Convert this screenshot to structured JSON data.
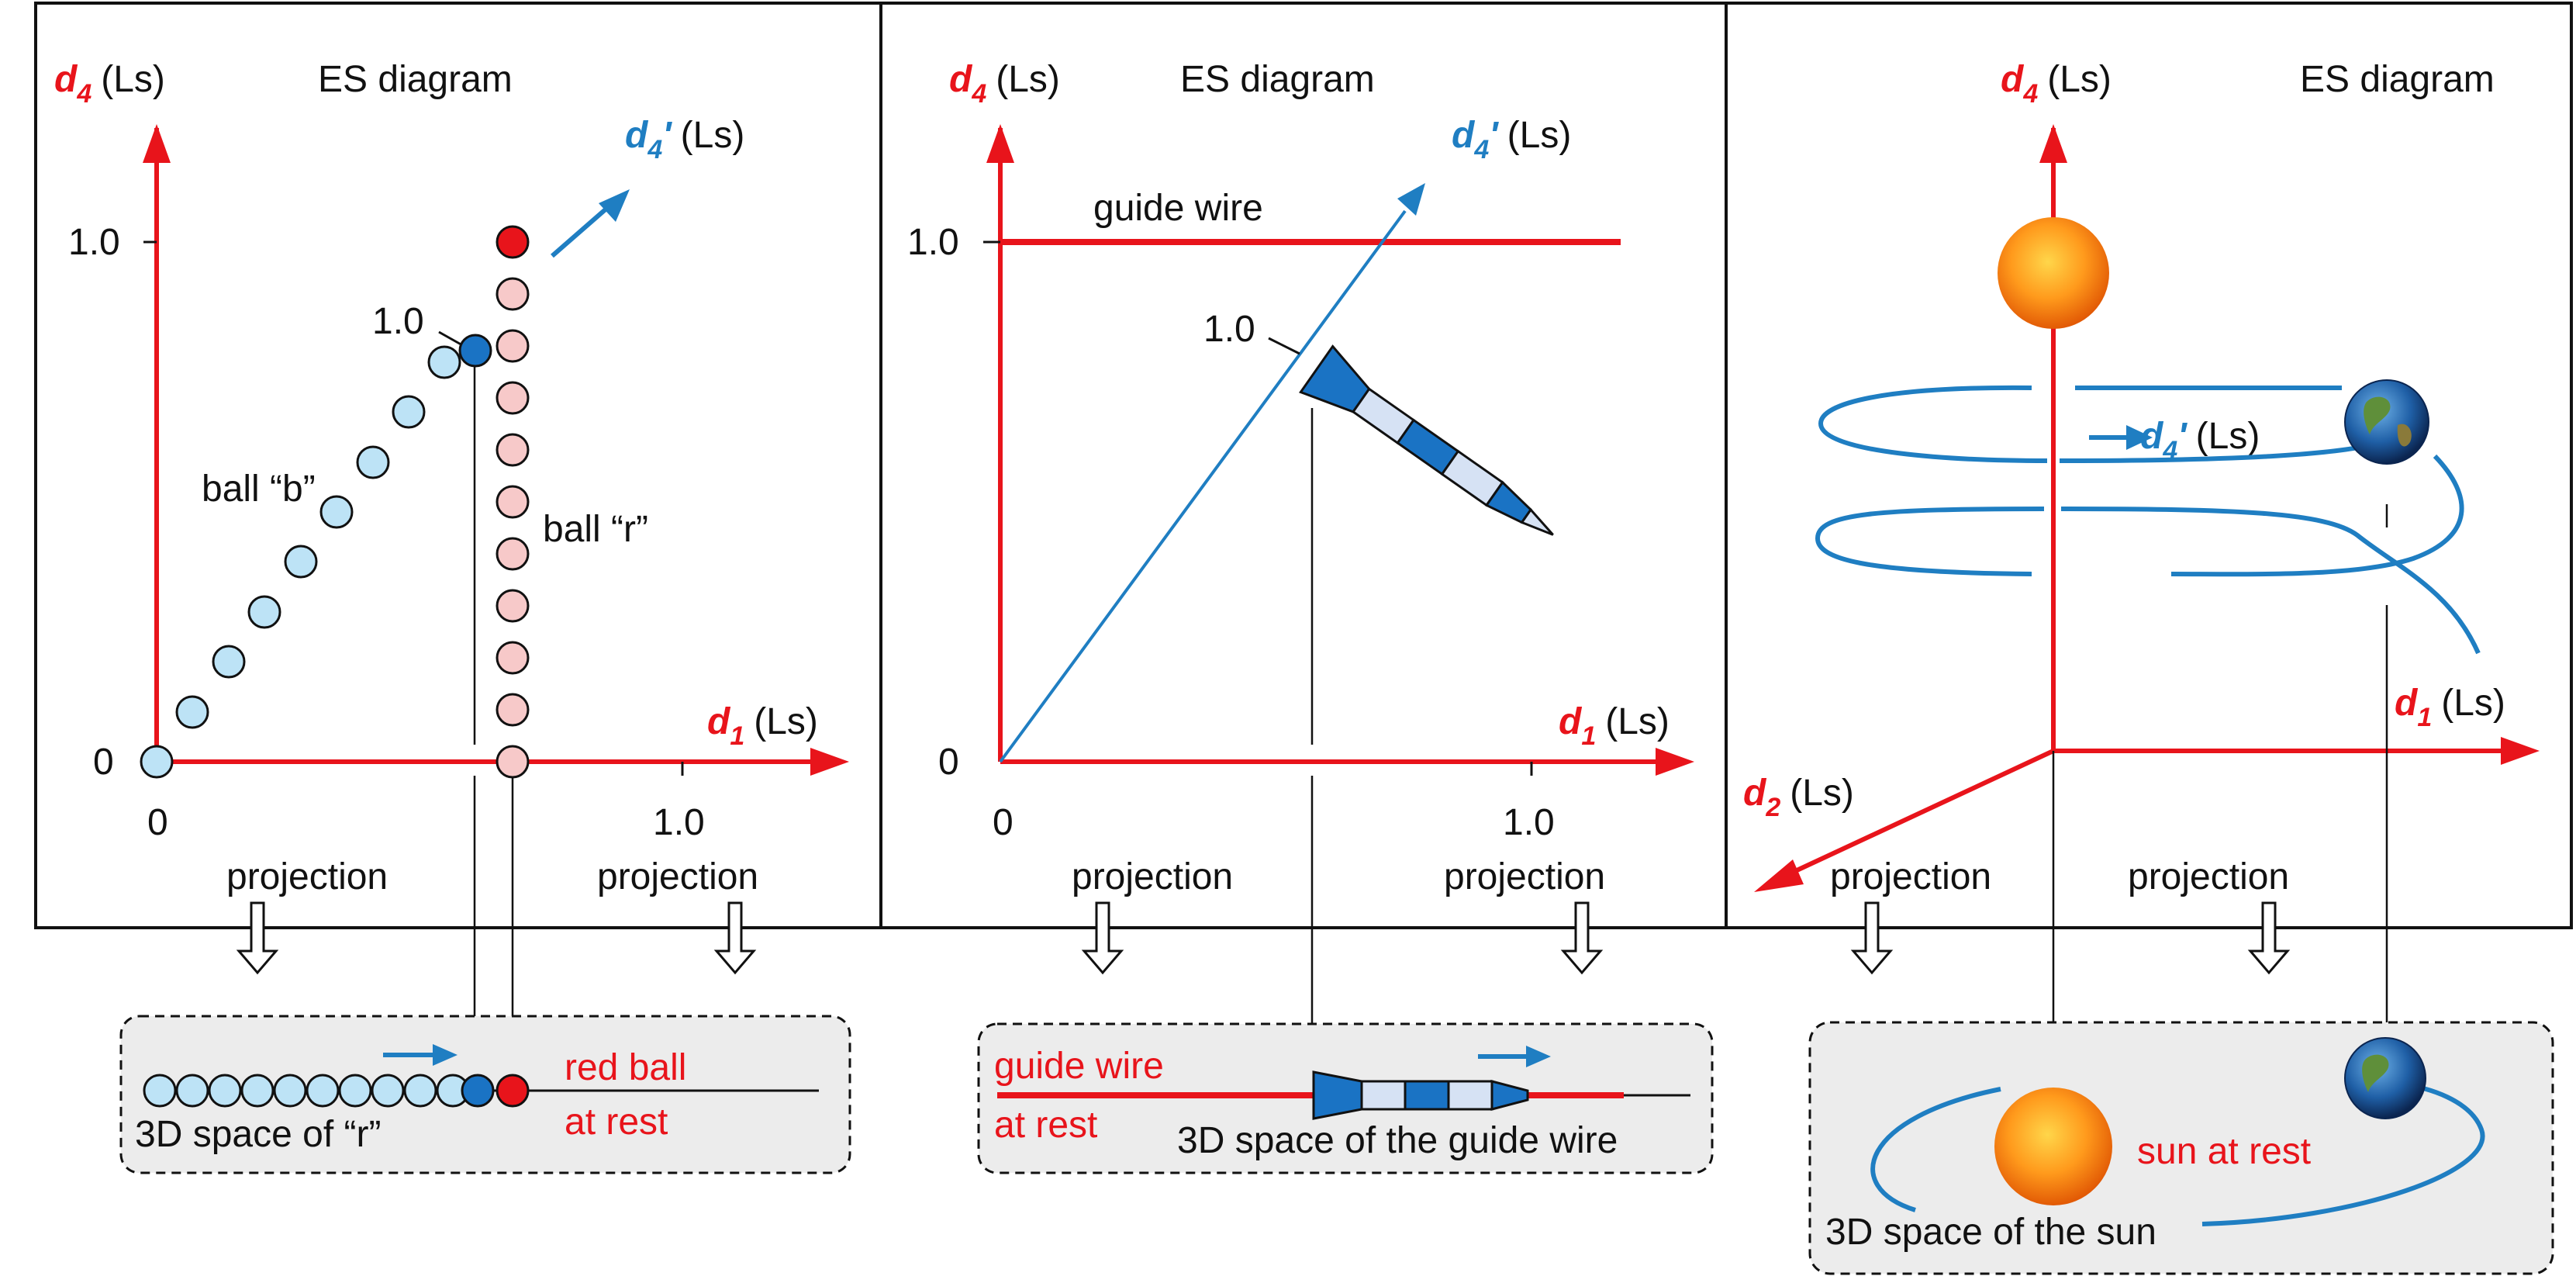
{
  "colors": {
    "axis_red": "#e8141b",
    "world_line_blue": "#1f7ec2",
    "ball_blue_light": "#bde3f6",
    "ball_blue_dark": "#1a73c4",
    "ball_red_light": "#f7c9c9",
    "ball_red": "#e8141b",
    "inset_bg": "#ececec"
  },
  "axis_symbols": {
    "d4": "d",
    "d4_sub": "4",
    "d1": "d",
    "d1_sub": "1",
    "d2": "d",
    "d2_sub": "2",
    "d4p": "d",
    "d4p_sub": "4",
    "prime": "'",
    "unit": "(Ls)"
  },
  "common": {
    "title": "ES diagram",
    "projection": "projection",
    "tick_zero": "0",
    "tick_one": "1.0"
  },
  "panel1": {
    "label_ball_b": "ball “b”",
    "label_ball_r": "ball “r”",
    "inset_caption": "3D space of “r”",
    "inset_red_line1": "red ball",
    "inset_red_line2": "at rest"
  },
  "panel2": {
    "guide_wire": "guide wire",
    "inset_red_line1": "guide wire",
    "inset_red_line2": "at rest",
    "inset_caption": "3D space of the guide wire"
  },
  "panel3": {
    "inset_sun_text": "sun at rest",
    "inset_caption": "3D space of the sun",
    "icons": [
      "sun-icon",
      "earth-icon"
    ]
  }
}
